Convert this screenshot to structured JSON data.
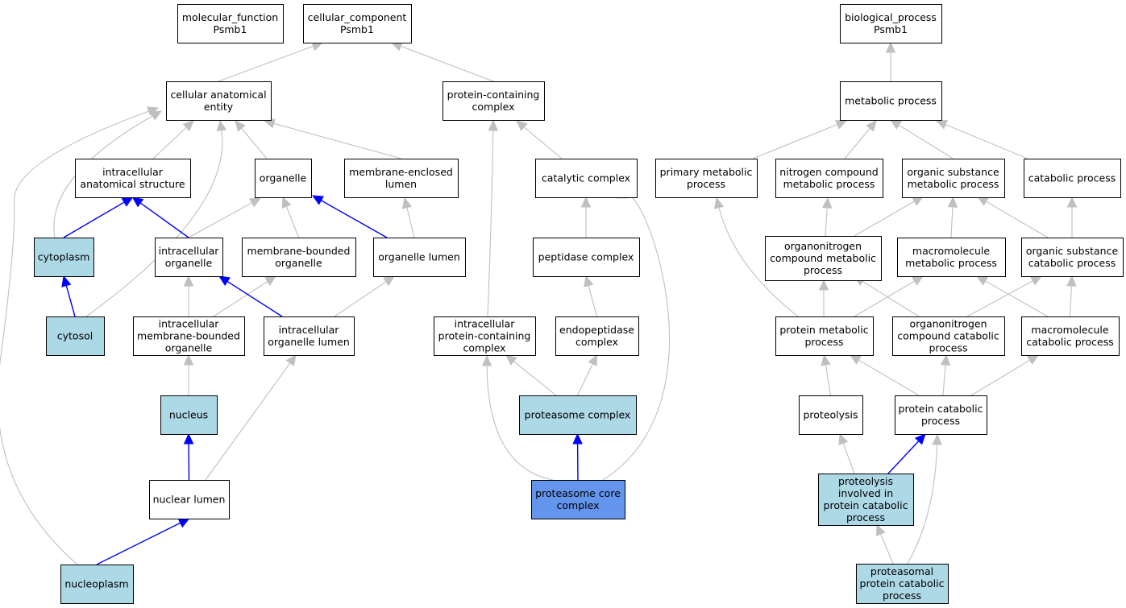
{
  "colors": {
    "default_fill": "#ffffff",
    "annotated_fill": "#add8e6",
    "focus_fill": "#6495ed",
    "default_edge": "#c0c0c0",
    "highlight_edge": "#0000ff",
    "border": "#000000"
  },
  "nodes": [
    {
      "id": "mf",
      "lines": [
        "molecular_function",
        "Psmb1"
      ],
      "style": "default"
    },
    {
      "id": "cc",
      "lines": [
        "cellular_component",
        "Psmb1"
      ],
      "style": "default"
    },
    {
      "id": "bp",
      "lines": [
        "biological_process",
        "Psmb1"
      ],
      "style": "default"
    },
    {
      "id": "cae",
      "lines": [
        "cellular anatomical",
        "entity"
      ],
      "style": "default"
    },
    {
      "id": "pcc",
      "lines": [
        "protein-containing",
        "complex"
      ],
      "style": "default"
    },
    {
      "id": "ias",
      "lines": [
        "intracellular",
        "anatomical structure"
      ],
      "style": "default"
    },
    {
      "id": "org",
      "lines": [
        "organelle"
      ],
      "style": "default"
    },
    {
      "id": "mel",
      "lines": [
        "membrane-enclosed",
        "lumen"
      ],
      "style": "default"
    },
    {
      "id": "catc",
      "lines": [
        "catalytic complex"
      ],
      "style": "default"
    },
    {
      "id": "cyto",
      "lines": [
        "cytoplasm"
      ],
      "style": "annotated"
    },
    {
      "id": "io",
      "lines": [
        "intracellular",
        "organelle"
      ],
      "style": "default"
    },
    {
      "id": "mbo",
      "lines": [
        "membrane-bounded",
        "organelle"
      ],
      "style": "default"
    },
    {
      "id": "ol",
      "lines": [
        "organelle lumen"
      ],
      "style": "default"
    },
    {
      "id": "pepc",
      "lines": [
        "peptidase complex"
      ],
      "style": "default"
    },
    {
      "id": "cytosol",
      "lines": [
        "cytosol"
      ],
      "style": "annotated"
    },
    {
      "id": "imbo",
      "lines": [
        "intracellular",
        "membrane-bounded",
        "organelle"
      ],
      "style": "default"
    },
    {
      "id": "iol",
      "lines": [
        "intracellular",
        "organelle lumen"
      ],
      "style": "default"
    },
    {
      "id": "ipcc",
      "lines": [
        "intracellular",
        "protein-containing",
        "complex"
      ],
      "style": "default"
    },
    {
      "id": "endc",
      "lines": [
        "endopeptidase",
        "complex"
      ],
      "style": "default"
    },
    {
      "id": "nuc",
      "lines": [
        "nucleus"
      ],
      "style": "annotated"
    },
    {
      "id": "prc",
      "lines": [
        "proteasome complex"
      ],
      "style": "annotated"
    },
    {
      "id": "nl",
      "lines": [
        "nuclear lumen"
      ],
      "style": "default"
    },
    {
      "id": "pcore",
      "lines": [
        "proteasome core",
        "complex"
      ],
      "style": "focus"
    },
    {
      "id": "np",
      "lines": [
        "nucleoplasm"
      ],
      "style": "annotated"
    },
    {
      "id": "mp",
      "lines": [
        "metabolic process"
      ],
      "style": "default"
    },
    {
      "id": "pmp",
      "lines": [
        "primary metabolic",
        "process"
      ],
      "style": "default"
    },
    {
      "id": "ncmp",
      "lines": [
        "nitrogen compound",
        "metabolic process"
      ],
      "style": "default"
    },
    {
      "id": "osmp",
      "lines": [
        "organic substance",
        "metabolic process"
      ],
      "style": "default"
    },
    {
      "id": "catp",
      "lines": [
        "catabolic process"
      ],
      "style": "default"
    },
    {
      "id": "oncmp",
      "lines": [
        "organonitrogen",
        "compound metabolic",
        "process"
      ],
      "style": "default"
    },
    {
      "id": "macmp",
      "lines": [
        "macromolecule",
        "metabolic process"
      ],
      "style": "default"
    },
    {
      "id": "oscp",
      "lines": [
        "organic substance",
        "catabolic process"
      ],
      "style": "default"
    },
    {
      "id": "protmp",
      "lines": [
        "protein metabolic",
        "process"
      ],
      "style": "default"
    },
    {
      "id": "onccp",
      "lines": [
        "organonitrogen",
        "compound catabolic",
        "process"
      ],
      "style": "default"
    },
    {
      "id": "maccp",
      "lines": [
        "macromolecule",
        "catabolic process"
      ],
      "style": "default"
    },
    {
      "id": "prot",
      "lines": [
        "proteolysis"
      ],
      "style": "default"
    },
    {
      "id": "protcp",
      "lines": [
        "protein catabolic",
        "process"
      ],
      "style": "default"
    },
    {
      "id": "pipcp",
      "lines": [
        "proteolysis",
        "involved in",
        "protein catabolic",
        "process"
      ],
      "style": "annotated"
    },
    {
      "id": "ppcp",
      "lines": [
        "proteasomal",
        "protein catabolic",
        "process"
      ],
      "style": "annotated"
    }
  ],
  "edges": [
    {
      "from": "cae",
      "to": "cc",
      "style": "default"
    },
    {
      "from": "pcc",
      "to": "cc",
      "style": "default"
    },
    {
      "from": "ias",
      "to": "cae",
      "style": "default"
    },
    {
      "from": "org",
      "to": "cae",
      "style": "default"
    },
    {
      "from": "mel",
      "to": "cae",
      "style": "default"
    },
    {
      "from": "cyto",
      "to": "cae",
      "style": "default"
    },
    {
      "from": "cytosol",
      "to": "cae",
      "style": "default"
    },
    {
      "from": "np",
      "to": "cae",
      "style": "default"
    },
    {
      "from": "catc",
      "to": "pcc",
      "style": "default"
    },
    {
      "from": "ipcc",
      "to": "pcc",
      "style": "default"
    },
    {
      "from": "cyto",
      "to": "ias",
      "style": "highlight"
    },
    {
      "from": "io",
      "to": "ias",
      "style": "highlight"
    },
    {
      "from": "io",
      "to": "org",
      "style": "default"
    },
    {
      "from": "mbo",
      "to": "org",
      "style": "default"
    },
    {
      "from": "ol",
      "to": "org",
      "style": "highlight"
    },
    {
      "from": "ol",
      "to": "mel",
      "style": "default"
    },
    {
      "from": "pepc",
      "to": "catc",
      "style": "default"
    },
    {
      "from": "pcore",
      "to": "catc",
      "style": "default"
    },
    {
      "from": "cytosol",
      "to": "cyto",
      "style": "highlight"
    },
    {
      "from": "imbo",
      "to": "io",
      "style": "default"
    },
    {
      "from": "imbo",
      "to": "mbo",
      "style": "default"
    },
    {
      "from": "iol",
      "to": "io",
      "style": "highlight"
    },
    {
      "from": "iol",
      "to": "ol",
      "style": "default"
    },
    {
      "from": "endc",
      "to": "pepc",
      "style": "default"
    },
    {
      "from": "nuc",
      "to": "imbo",
      "style": "default"
    },
    {
      "from": "nl",
      "to": "nuc",
      "style": "highlight"
    },
    {
      "from": "nl",
      "to": "iol",
      "style": "default"
    },
    {
      "from": "prc",
      "to": "ipcc",
      "style": "default"
    },
    {
      "from": "prc",
      "to": "endc",
      "style": "default"
    },
    {
      "from": "pcore",
      "to": "prc",
      "style": "highlight"
    },
    {
      "from": "pcore",
      "to": "ipcc",
      "style": "default"
    },
    {
      "from": "np",
      "to": "nl",
      "style": "highlight"
    },
    {
      "from": "mp",
      "to": "bp",
      "style": "default"
    },
    {
      "from": "pmp",
      "to": "mp",
      "style": "default"
    },
    {
      "from": "ncmp",
      "to": "mp",
      "style": "default"
    },
    {
      "from": "osmp",
      "to": "mp",
      "style": "default"
    },
    {
      "from": "catp",
      "to": "mp",
      "style": "default"
    },
    {
      "from": "oncmp",
      "to": "ncmp",
      "style": "default"
    },
    {
      "from": "oncmp",
      "to": "osmp",
      "style": "default"
    },
    {
      "from": "macmp",
      "to": "osmp",
      "style": "default"
    },
    {
      "from": "oscp",
      "to": "osmp",
      "style": "default"
    },
    {
      "from": "oscp",
      "to": "catp",
      "style": "default"
    },
    {
      "from": "protmp",
      "to": "pmp",
      "style": "default"
    },
    {
      "from": "protmp",
      "to": "oncmp",
      "style": "default"
    },
    {
      "from": "protmp",
      "to": "macmp",
      "style": "default"
    },
    {
      "from": "onccp",
      "to": "oncmp",
      "style": "default"
    },
    {
      "from": "onccp",
      "to": "oscp",
      "style": "default"
    },
    {
      "from": "maccp",
      "to": "macmp",
      "style": "default"
    },
    {
      "from": "maccp",
      "to": "oscp",
      "style": "default"
    },
    {
      "from": "prot",
      "to": "protmp",
      "style": "default"
    },
    {
      "from": "protcp",
      "to": "protmp",
      "style": "default"
    },
    {
      "from": "protcp",
      "to": "onccp",
      "style": "default"
    },
    {
      "from": "protcp",
      "to": "maccp",
      "style": "default"
    },
    {
      "from": "pipcp",
      "to": "prot",
      "style": "default"
    },
    {
      "from": "pipcp",
      "to": "protcp",
      "style": "highlight"
    },
    {
      "from": "ppcp",
      "to": "pipcp",
      "style": "default"
    },
    {
      "from": "ppcp",
      "to": "protcp",
      "style": "default"
    }
  ]
}
